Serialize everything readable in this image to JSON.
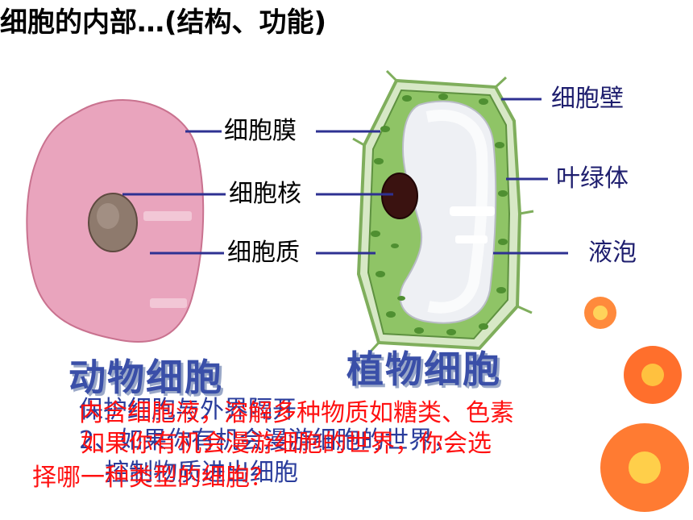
{
  "title": "细胞的内部…(结构、功能)",
  "labels": {
    "membrane": "细胞膜",
    "nucleus": "细胞核",
    "cytoplasm": "细胞质",
    "wall": "细胞壁",
    "chloroplast": "叶绿体",
    "vacuole": "液泡"
  },
  "captions": {
    "animal": "动物细胞",
    "plant": "植物细胞"
  },
  "overlay": {
    "line1_red": "内含细胞液，溶解多种物质如糖类、色素",
    "line1_navy": "保护细胞与外界隔开",
    "line2_navy": "2、如果你有机会漫游细胞的世界，",
    "line2_red": "如果你有机会漫游细胞的世界，你会选",
    "line3_navy": "控制物质进出细胞",
    "line3_red": "择哪一种类型的细胞？"
  },
  "colors": {
    "animal_cell": "#e9a4bd",
    "plant_cell": "#8fc466",
    "leader": "#2e3192",
    "caption": "#3a4fa8"
  }
}
